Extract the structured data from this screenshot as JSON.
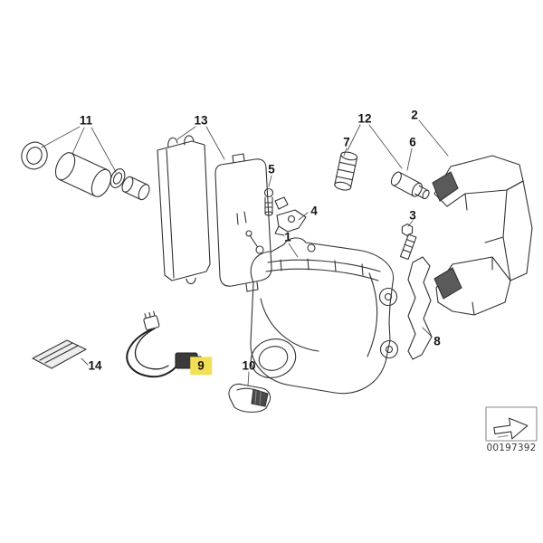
{
  "diagram": {
    "callouts": {
      "part1": "1",
      "part2": "2",
      "part3": "3",
      "part4": "4",
      "part5": "5",
      "part6": "6",
      "part7": "7",
      "part8": "8",
      "part9": "9",
      "part10": "10",
      "part11": "11",
      "part12": "12",
      "part13": "13",
      "part14": "14"
    },
    "highlighted_callout": "9",
    "colors": {
      "highlight": "#f2df55",
      "line": "#333333"
    },
    "footer": {
      "diagram_number": "00197392"
    }
  }
}
